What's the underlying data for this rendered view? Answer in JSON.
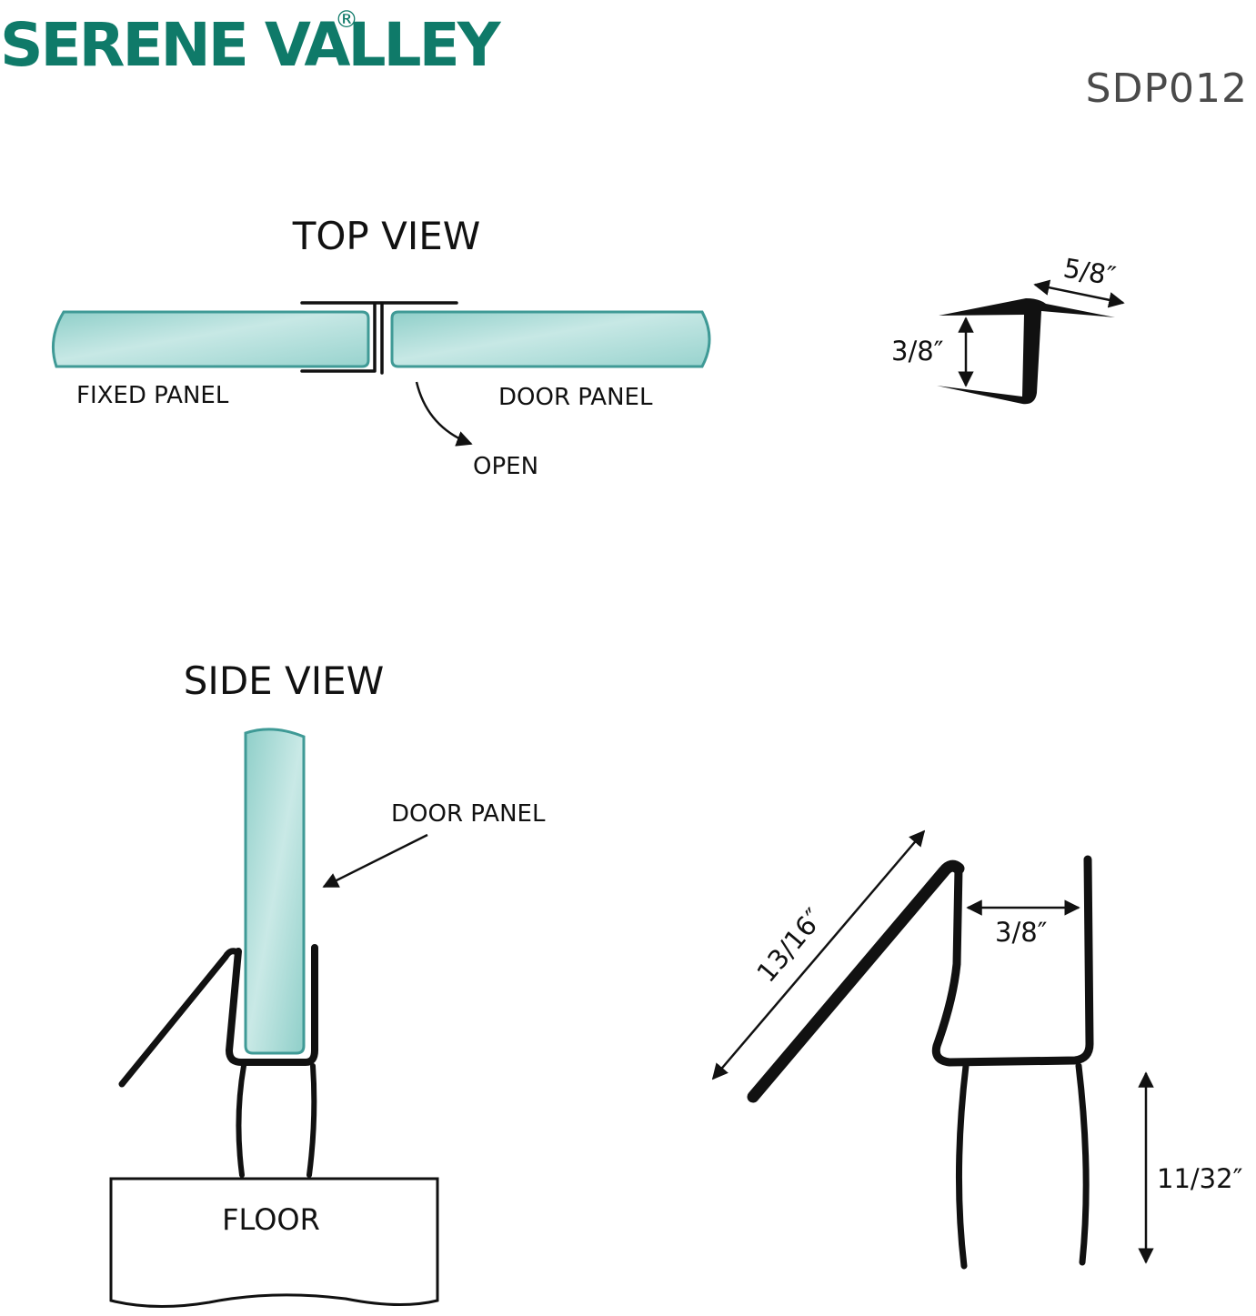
{
  "brand": {
    "name": "SERENE VALLEY",
    "registered_mark": "®",
    "color": "#0f7a69"
  },
  "model_number": "SDP012",
  "top_view": {
    "heading": "TOP VIEW",
    "fixed_panel_label": "FIXED PANEL",
    "door_panel_label": "DOOR PANEL",
    "open_label": "OPEN"
  },
  "top_profile": {
    "width_dim": "5/8″",
    "height_dim": "3/8″"
  },
  "side_view": {
    "heading": "SIDE VIEW",
    "door_panel_label": "DOOR PANEL",
    "floor_label": "FLOOR"
  },
  "side_profile": {
    "wing_dim": "13/16″",
    "channel_width_dim": "3/8″",
    "sweep_height_dim": "11/32″"
  },
  "colors": {
    "glass": "#a9d8d4",
    "glass_edge": "#3f9a96",
    "seal": "#111111"
  }
}
